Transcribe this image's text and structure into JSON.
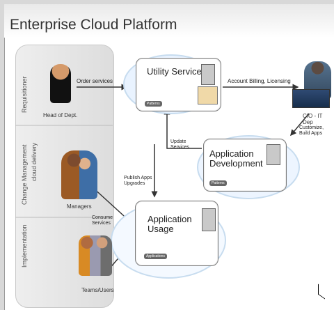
{
  "title": "Enterprise Cloud Platform",
  "roles": {
    "requisitioner": "Requisitioner",
    "change_management": "Change Management",
    "cloud_delivery": "cloud delivery",
    "implementation": "Implementation"
  },
  "people": {
    "head": "Head of Dept.",
    "managers": "Managers",
    "teams": "Teams/Users",
    "cio": "CIO - IT Dep"
  },
  "labels": {
    "order_services": "Order services",
    "account_billing": "Account Billing, Licensing",
    "update_services": "Update Services",
    "customize": "Customize, Build Apps",
    "publish": "Publish Apps Upgrades",
    "consume": "Consume Services"
  },
  "boxes": {
    "utility": "Utility Services",
    "development": "Application Development",
    "usage": "Application Usage",
    "pattern": "Patterns",
    "applications": "Applications"
  }
}
